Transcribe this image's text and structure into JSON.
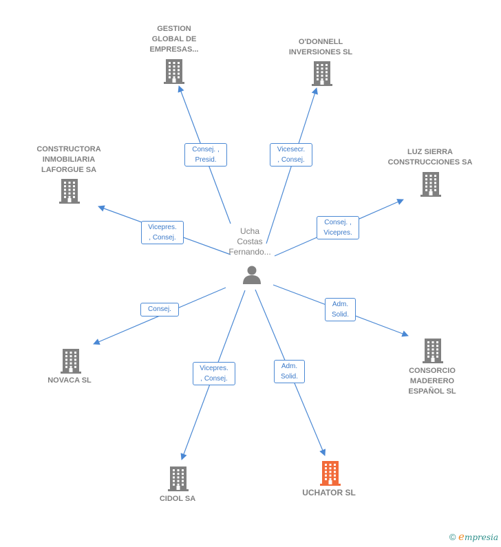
{
  "center": {
    "label": "Ucha\nCostas\nFernando..."
  },
  "companies": [
    {
      "id": "gestion",
      "name": "GESTION\nGLOBAL DE\nEMPRESAS...",
      "color": "#808080"
    },
    {
      "id": "odonnell",
      "name": "O'DONNELL\nINVERSIONES SL",
      "color": "#808080"
    },
    {
      "id": "luzsierra",
      "name": "LUZ SIERRA\nCONSTRUCCIONES SA",
      "color": "#808080"
    },
    {
      "id": "constructora",
      "name": "CONSTRUCTORA\nINMOBILIARIA\nLAFORGUE SA",
      "color": "#808080"
    },
    {
      "id": "consorcio",
      "name": "CONSORCIO\nMADERERO\nESPAÑOL SL",
      "color": "#808080"
    },
    {
      "id": "novaca",
      "name": "NOVACA  SL",
      "color": "#808080"
    },
    {
      "id": "cidol",
      "name": "CIDOL SA",
      "color": "#808080"
    },
    {
      "id": "uchator",
      "name": "UCHATOR  SL",
      "color": "#f26b3a"
    }
  ],
  "relations": [
    {
      "to": "gestion",
      "label": "Consej. ,\nPresid."
    },
    {
      "to": "odonnell",
      "label": "Vicesecr.\n, Consej."
    },
    {
      "to": "luzsierra",
      "label": "Consej. ,\nVicepres."
    },
    {
      "to": "constructora",
      "label": "Vicepres.\n, Consej."
    },
    {
      "to": "consorcio",
      "label": "Adm.\nSolid."
    },
    {
      "to": "novaca",
      "label": "Consej."
    },
    {
      "to": "cidol",
      "label": "Vicepres.\n, Consej."
    },
    {
      "to": "uchator",
      "label": "Adm.\nSolid."
    }
  ],
  "footer": {
    "copyright": "©",
    "brand_initial": "e",
    "brand_rest": "mpresia"
  },
  "colors": {
    "edge": "#4a88d4",
    "building": "#808080",
    "highlight": "#f26b3a"
  }
}
